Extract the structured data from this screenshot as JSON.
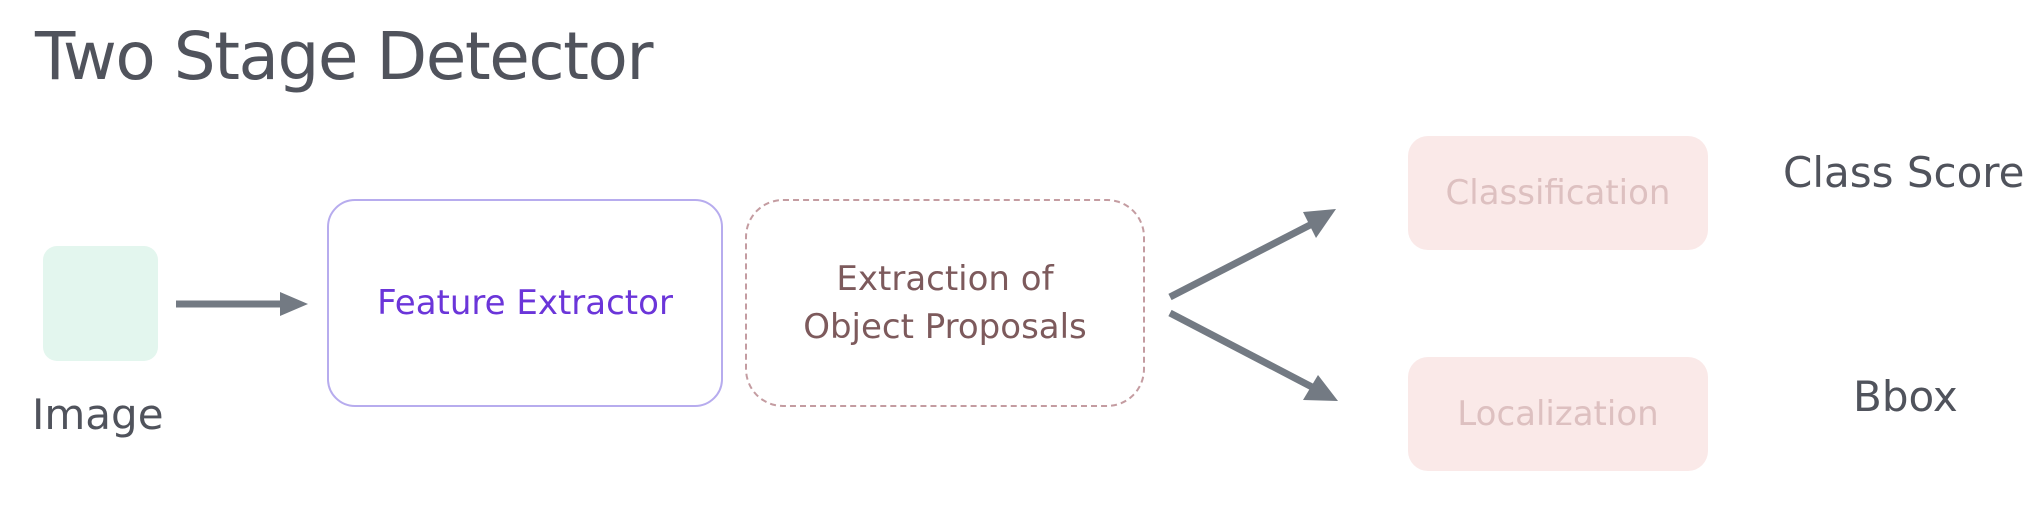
{
  "title": "Two Stage Detector",
  "input": {
    "label": "Image"
  },
  "stages": {
    "feature_extractor": "Feature Extractor",
    "proposals": {
      "line1": "Extraction of",
      "line2": "Object Proposals"
    }
  },
  "heads": {
    "classification": "Classification",
    "localization": "Localization"
  },
  "outputs": {
    "class_score": "Class Score",
    "bbox": "Bbox"
  },
  "colors": {
    "text": "#50535c",
    "arrow": "#737a83",
    "image_fill": "#e3f6ee",
    "feature_border": "#b7acee",
    "feature_text": "#6b35d9",
    "proposal_border": "#c49ca1",
    "proposal_text": "#7d5a5c",
    "head_fill": "#fae9e8",
    "head_text": "#ddc0c0"
  }
}
